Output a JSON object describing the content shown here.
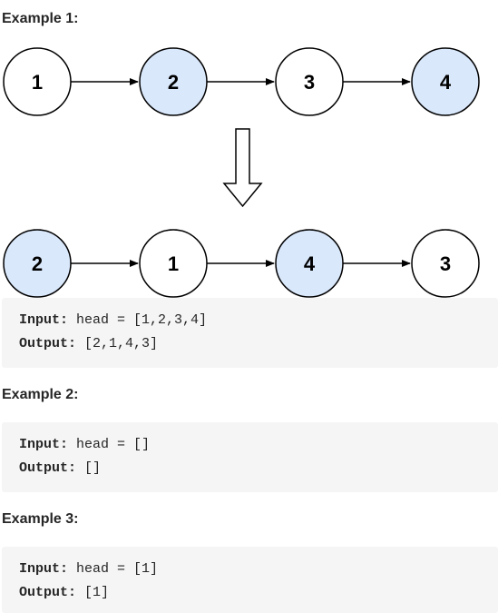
{
  "examples": [
    {
      "title": "Example 1:",
      "input_label": "Input:",
      "input_value": " head = [1,2,3,4]",
      "output_label": "Output:",
      "output_value": " [2,1,4,3]"
    },
    {
      "title": "Example 2:",
      "input_label": "Input:",
      "input_value": " head = []",
      "output_label": "Output:",
      "output_value": " []"
    },
    {
      "title": "Example 3:",
      "input_label": "Input:",
      "input_value": " head = [1]",
      "output_label": "Output:",
      "output_value": " [1]"
    }
  ],
  "diagram": {
    "before_nodes": [
      "1",
      "2",
      "3",
      "4"
    ],
    "after_nodes": [
      "2",
      "1",
      "4",
      "3"
    ],
    "highlight_color": "#dae8fc",
    "plain_color": "#ffffff",
    "stroke_color": "#000000"
  }
}
